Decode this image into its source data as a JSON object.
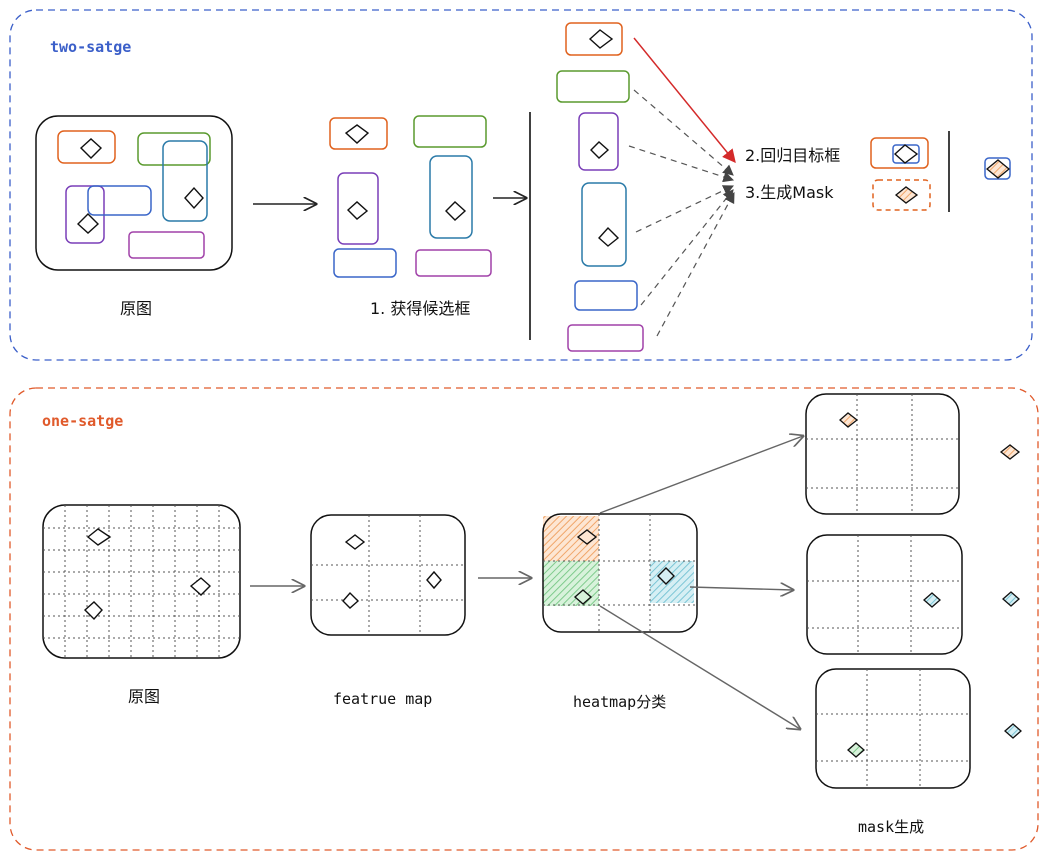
{
  "colors": {
    "two_stage_border": "#3b5fc9",
    "one_stage_border": "#e05a2b",
    "orange": "#e0621e",
    "green": "#5a9a2e",
    "purple": "#7a3fb8",
    "blue": "#3a66c9",
    "teal": "#2a7aa8",
    "magenta": "#a040a8",
    "arrow_red": "#d42a2a",
    "hatch_orange": "#f4b88a",
    "hatch_green": "#8fd39a",
    "hatch_cyan": "#8fd2e0"
  },
  "two_stage": {
    "title": "two-satge",
    "original_label": "原图",
    "step1_label": "1. 获得候选框",
    "step2_label": "2.回归目标框",
    "step3_label": "3.生成Mask"
  },
  "one_stage": {
    "title": "one-satge",
    "original_label": "原图",
    "feature_label": "featrue map",
    "heatmap_label": "heatmap分类",
    "mask_label": "mask生成"
  }
}
